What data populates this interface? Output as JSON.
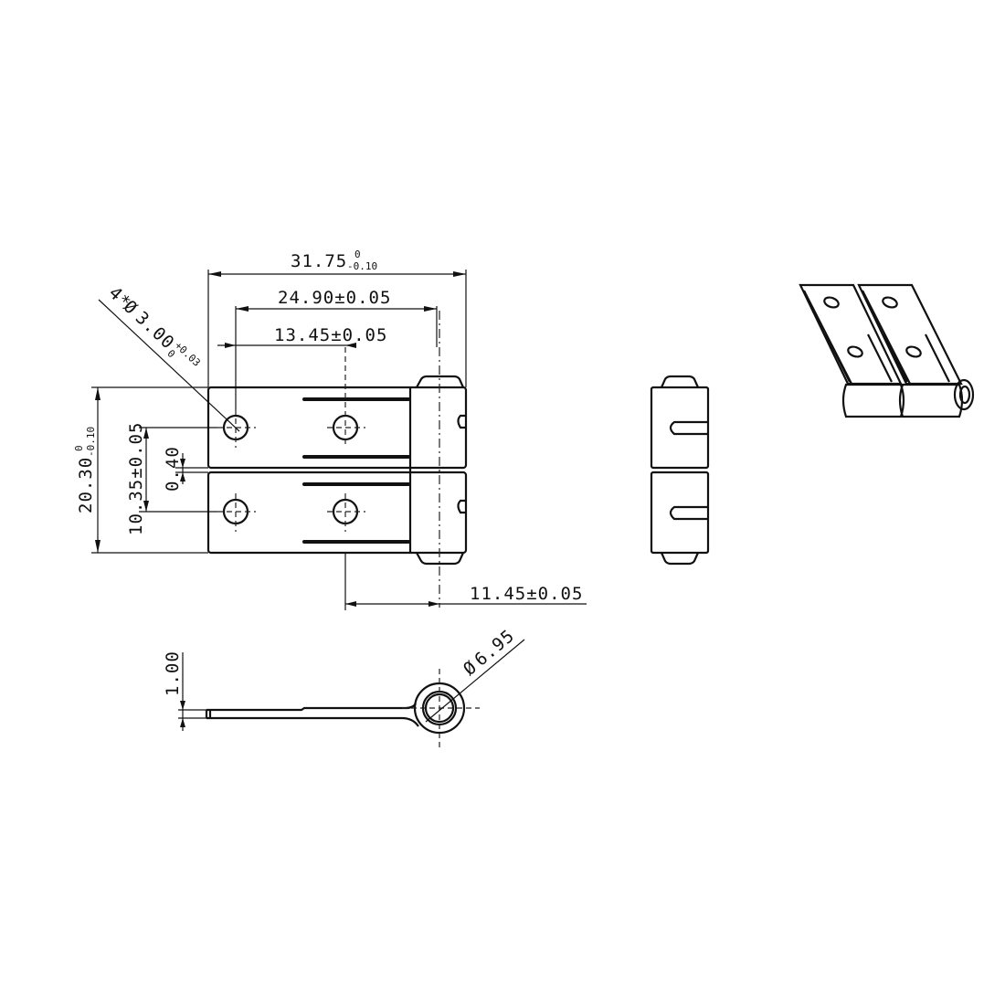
{
  "drawing": {
    "title": "Hinge technical drawing",
    "line_color": "#111111",
    "background": "#ffffff"
  },
  "dimensions": {
    "overall_width": {
      "value": "31.75",
      "tol_upper": "0",
      "tol_lower": "-0.10"
    },
    "hole_span": {
      "value": "24.90±0.05"
    },
    "hole_offset": {
      "value": "13.45±0.05"
    },
    "hole_callout": {
      "prefix": "4*",
      "symbol": "Ø",
      "value": "3.00",
      "tol_upper": "+0.03",
      "tol_lower": "0"
    },
    "overall_height": {
      "value": "20.30",
      "tol_upper": "0",
      "tol_lower": "-0.10"
    },
    "hole_pitch_vertical": {
      "value": "10.35±0.05"
    },
    "gap": {
      "value": "0.40"
    },
    "pin_offset": {
      "value": "11.45±0.05"
    },
    "thickness": {
      "value": "1.00"
    },
    "knuckle_diameter": {
      "symbol": "Ø",
      "value": "6.95"
    }
  },
  "views": [
    {
      "name": "front-view"
    },
    {
      "name": "side-view"
    },
    {
      "name": "isometric-view"
    },
    {
      "name": "bottom-section-view"
    }
  ]
}
